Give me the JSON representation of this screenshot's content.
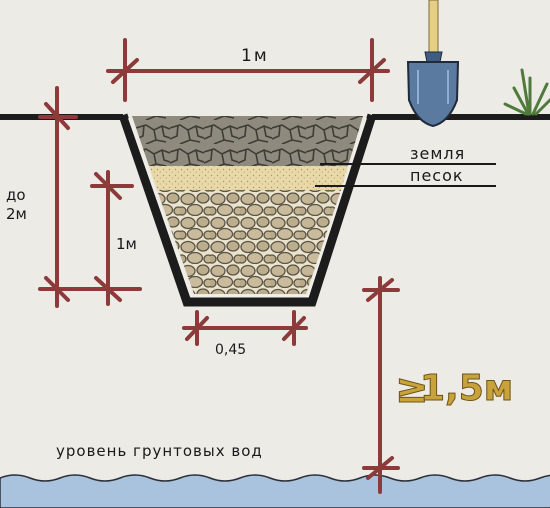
{
  "labels": {
    "top_width": "1м",
    "depth_max_prefix": "до",
    "depth_max_value": "2м",
    "sand_depth": "1м",
    "bottom_width": "0,45",
    "groundwater_gap": "1,5м",
    "groundwater_gap_symbol": "≥",
    "layer_soil": "земля",
    "layer_sand": "песок",
    "groundwater_level": "уровень грунтовых вод"
  },
  "colors": {
    "background": "#ecebe6",
    "ground_line": "#1c1c1c",
    "dimension": "#8c3a3a",
    "sand": "#ead9a8",
    "soil": "#8e8a7e",
    "stones": "#c4b696",
    "water": "#a9c2dd",
    "accent_number": "#c8a23a",
    "shovel": "#5a7aa0"
  },
  "icons": {
    "shovel": "shovel-icon",
    "plant": "plant-icon"
  }
}
